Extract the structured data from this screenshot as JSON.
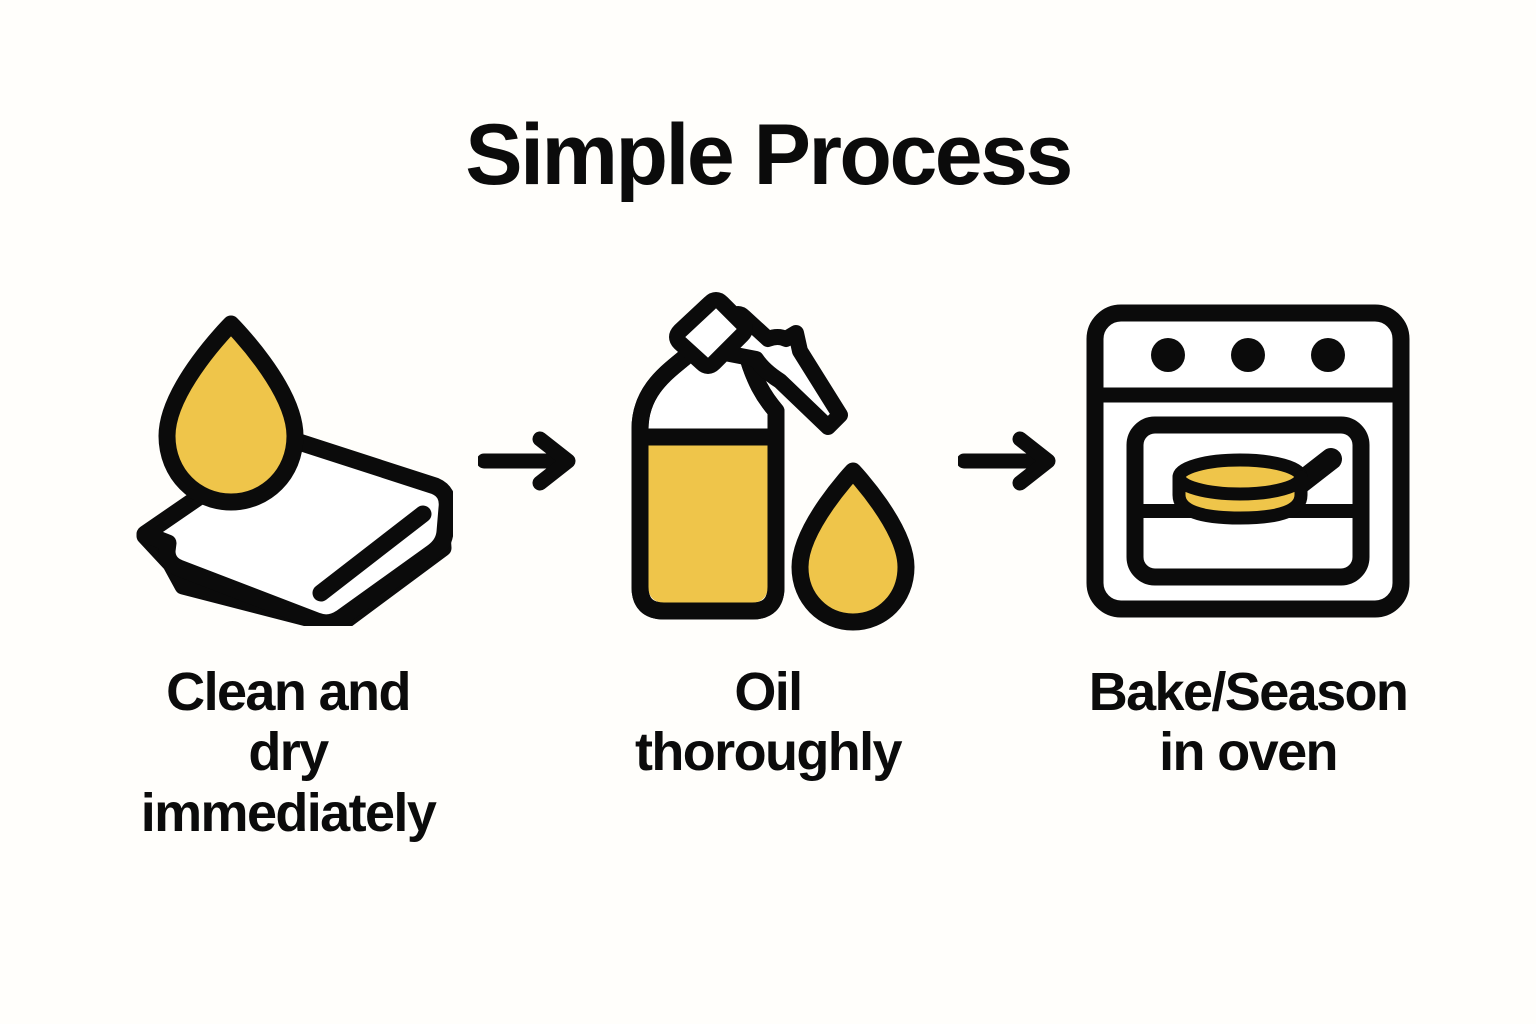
{
  "page": {
    "title": "Simple Process",
    "background_color": "#fffefb",
    "ink_color": "#0b0b0b",
    "accent_color": "#efc54a"
  },
  "steps": [
    {
      "index": 1,
      "icon": "cloth-with-droplet-icon",
      "label": "Clean and\ndry immediately",
      "label_line1": "Clean and",
      "label_line2": "dry immediately"
    },
    {
      "index": 2,
      "icon": "oil-bottle-with-droplet-icon",
      "label": "Oil\nthoroughly",
      "label_line1": "Oil",
      "label_line2": "thoroughly"
    },
    {
      "index": 3,
      "icon": "oven-with-skillet-icon",
      "label": "Bake/Season\nin oven",
      "label_line1": "Bake/Season",
      "label_line2": "in oven"
    }
  ],
  "connectors": [
    {
      "index": 1,
      "icon": "arrow-right-icon"
    },
    {
      "index": 2,
      "icon": "arrow-right-icon"
    }
  ]
}
